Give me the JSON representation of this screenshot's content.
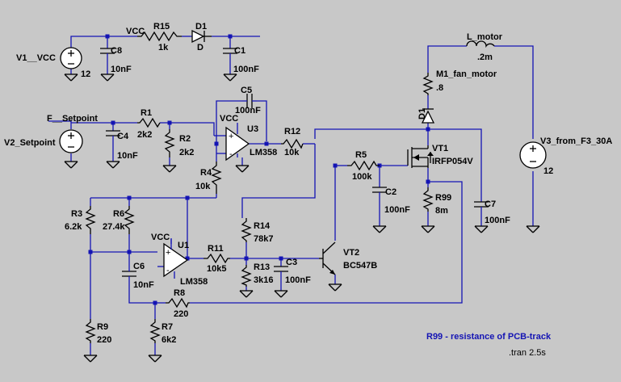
{
  "labels": {
    "V1": "V1__VCC",
    "V1_val": "12",
    "VCC_net": "VCC",
    "C8": "C8",
    "C8_val": "10nF",
    "R15": "R15",
    "R15_val": "1k",
    "D1": "D1",
    "D1_val": "D",
    "C1": "C1",
    "C1_val": "100nF",
    "L_motor": "L_motor",
    "L_motor_val": ".2m",
    "M1": "M1_fan_motor",
    "M1_val": ".8",
    "D1_rot": "D1",
    "V3": "V3_from_F3_30A",
    "V3_val": "12",
    "F_setpoint": "F__Setpoint",
    "V2": "V2_Setpoint",
    "C4": "C4",
    "C4_val": "10nF",
    "R1": "R1",
    "R1_val": "2k2",
    "R2": "R2",
    "R2_val": "2k2",
    "C5": "C5",
    "C5_val": "100nF",
    "U3_vcc": "VCC",
    "U3": "U3",
    "U3_val": "LM358",
    "R12": "R12",
    "R12_val": "10k",
    "R4": "R4",
    "R4_val": "10k",
    "VT1": "VT1",
    "VT1_val": "IRFP054V",
    "R5": "R5",
    "R5_val": "100k",
    "C2": "C2",
    "C2_val": "100nF",
    "R99": "R99",
    "R99_val": "8m",
    "C7": "C7",
    "C7_val": "100nF",
    "R3": "R3",
    "R3_val": "6.2k",
    "R6": "R6",
    "R6_val": "27.4k",
    "U1_vcc": "VCC",
    "U1": "U1",
    "U1_val": "LM358",
    "R11": "R11",
    "R11_val": "10k5",
    "R14": "R14",
    "R14_val": "78k7",
    "R13": "R13",
    "R13_val": "3k16",
    "C3": "C3",
    "C3_val": "100nF",
    "VT2": "VT2",
    "VT2_val": "BC547B",
    "C6": "C6",
    "C6_val": "10nF",
    "R8": "R8",
    "R8_val": "220",
    "R9": "R9",
    "R9_val": "220",
    "R7": "R7",
    "R7_val": "6k2",
    "plus1": "+",
    "minus1": "-",
    "plus2": "+",
    "minus2": "-",
    "note": "R99 - resistance of PCB-track",
    "tran": ".tran 2.5s"
  }
}
